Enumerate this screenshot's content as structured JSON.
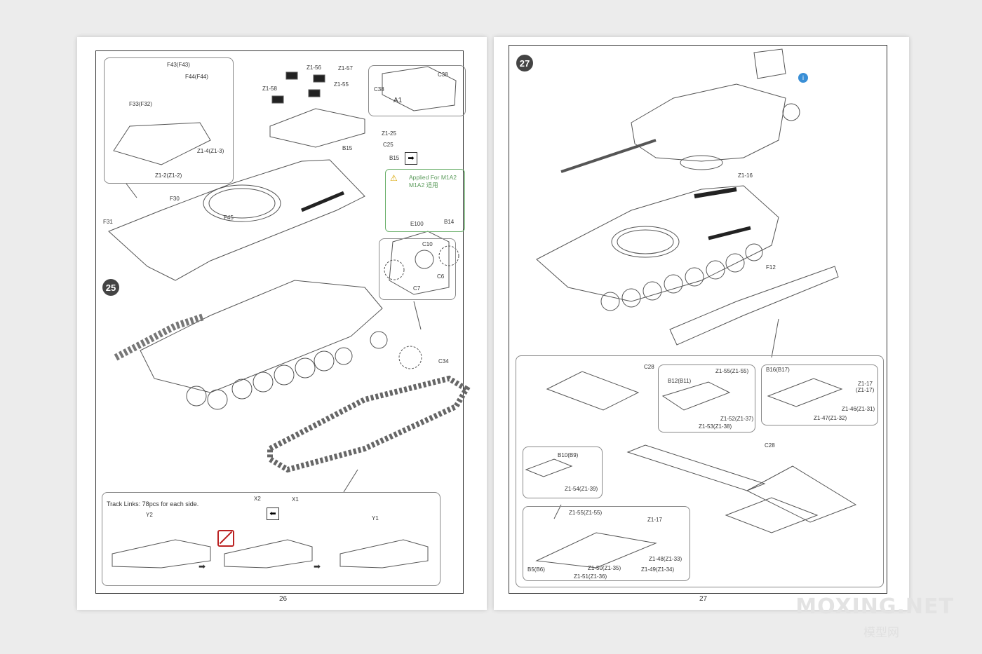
{
  "left_page": {
    "step": "25",
    "page_number": "26",
    "track_note": "Track Links: 78pcs for each side.",
    "note_box": {
      "line1": "Applied For M1A2",
      "line2": "M1A2 适用",
      "parts": [
        "E100",
        "B14"
      ]
    },
    "labels": {
      "f43": "F43(F43)",
      "f44": "F44(F44)",
      "f33": "F33(F32)",
      "z14": "Z1-4(Z1-3)",
      "z12": "Z1-2(Z1-2)",
      "f30": "F30",
      "f31": "F31",
      "f45": "F45",
      "z156": "Z1-56",
      "z157": "Z1-57",
      "z158": "Z1-58",
      "z155": "Z1-55",
      "c38a": "C38",
      "c38b": "C38",
      "a1": "A1",
      "z125": "Z1-25",
      "c25": "C25",
      "b15a": "B15",
      "b15b": "B15",
      "c10": "C10",
      "c6": "C6",
      "c7": "C7",
      "c34": "C34",
      "y2": "Y2",
      "x2": "X2",
      "x1": "X1",
      "y1": "Y1"
    }
  },
  "right_page": {
    "step": "27",
    "page_number": "27",
    "info_icon": "i",
    "labels": {
      "z116": "Z1-16",
      "f12": "F12",
      "c28a": "C28",
      "c28b": "C28",
      "z155a": "Z1-55(Z1-55)",
      "b12": "B12(B11)",
      "z152": "Z1-52(Z1-37)",
      "z153": "Z1-53(Z1-38)",
      "b16": "B16(B17)",
      "z117a": "Z1-17",
      "z117b": "(Z1-17)",
      "z146": "Z1-46(Z1-31)",
      "z147": "Z1-47(Z1-32)",
      "b10": "B10(B9)",
      "z154": "Z1-54(Z1-39)",
      "z155b": "Z1-55(Z1-55)",
      "z117c": "Z1-17",
      "z148": "Z1-48(Z1-33)",
      "z150": "Z1-50(Z1-35)",
      "z149": "Z1-49(Z1-34)",
      "z151": "Z1-51(Z1-36)",
      "b5": "B5(B6)"
    }
  },
  "watermark": {
    "en": "MOXING.NET",
    "cn": "模型网"
  }
}
